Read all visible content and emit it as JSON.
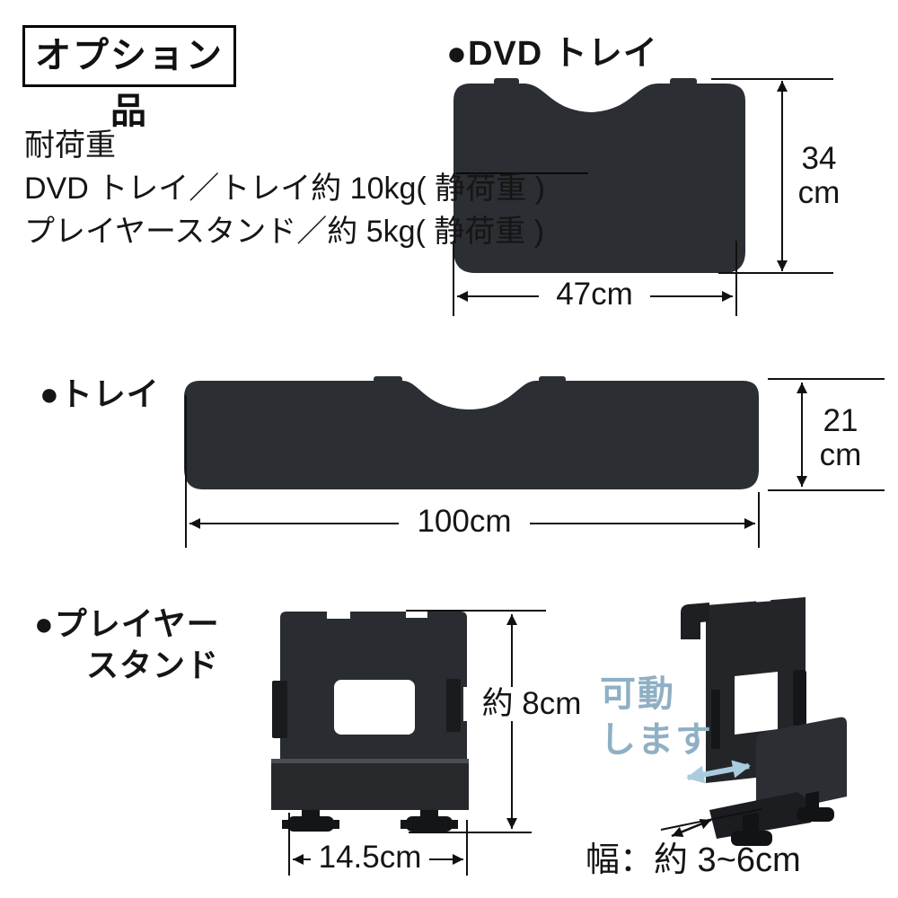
{
  "title_box": {
    "label": "オプション品"
  },
  "load_capacity": {
    "title": "耐荷重",
    "line1": "DVD トレイ／トレイ約 10kg( 静荷重 )",
    "line2": "プレイヤースタンド／約 5kg( 静荷重 )"
  },
  "dvd_tray": {
    "label": "●DVD トレイ",
    "height": "34\ncm",
    "width": "47cm"
  },
  "tray": {
    "label": "●トレイ",
    "height": "21\ncm",
    "width": "100cm"
  },
  "player_stand": {
    "label_line1": "●プレイヤー",
    "label_line2": "スタンド",
    "height": "約 8cm",
    "width": "14.5cm",
    "depth": "幅：約 3~6cm",
    "movable_note": "可動\nします"
  },
  "colors": {
    "tray_fill": "#2b2e33",
    "stand_fill": "#292c30",
    "dark_part": "#141517",
    "note_blue": "#8fb0c4",
    "arrow_blue": "#a9cbdd",
    "line_black": "#111111"
  }
}
